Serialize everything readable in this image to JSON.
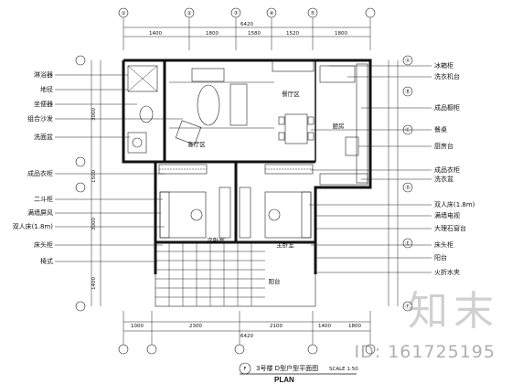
{
  "axis_top": [
    "①",
    "②",
    "③",
    "④",
    "⑤"
  ],
  "axis_right": [
    "Ⓐ",
    "Ⓑ",
    "Ⓒ",
    "Ⓓ",
    "Ⓔ",
    "Ⓕ"
  ],
  "dims_top": {
    "total": "6420",
    "segments": [
      "1400",
      "1800",
      "1580",
      "1520",
      "1800"
    ]
  },
  "dims_bottom": {
    "total": "6420",
    "segments": [
      "1000",
      "2300",
      "2100",
      "1400",
      "1800"
    ]
  },
  "dims_left": [
    "3000",
    "1500",
    "3000",
    "1400"
  ],
  "labels_left": [
    "淋浴器",
    "地径",
    "坐便器",
    "组合沙发",
    "洗面盆",
    "成品衣柜",
    "二斗柜",
    "满墙屏风",
    "双人床(1.8m)",
    "床头柜",
    "椅式"
  ],
  "labels_right": [
    "冰箱柜",
    "洗衣机台",
    "成品橱柜",
    "餐桌",
    "厨房台",
    "成品衣柜",
    "洗衣盆",
    "双人床(1.8m)",
    "满墙电视",
    "大理石窗台",
    "床头柜",
    "阳台",
    "火折水夹"
  ],
  "rooms": {
    "living": "客厅区",
    "dining": "餐厅区",
    "kitchen": "厨房",
    "bedroom_left": "次卧室",
    "bedroom_right": "主卧室",
    "balcony": "阳台"
  },
  "title": {
    "number": "F",
    "caption": "3号楼 D型户型平面图",
    "scale": "SCALE 1:50",
    "plan": "PLAN"
  },
  "watermark": {
    "mark": "知末",
    "id": "ID: 161725195"
  }
}
